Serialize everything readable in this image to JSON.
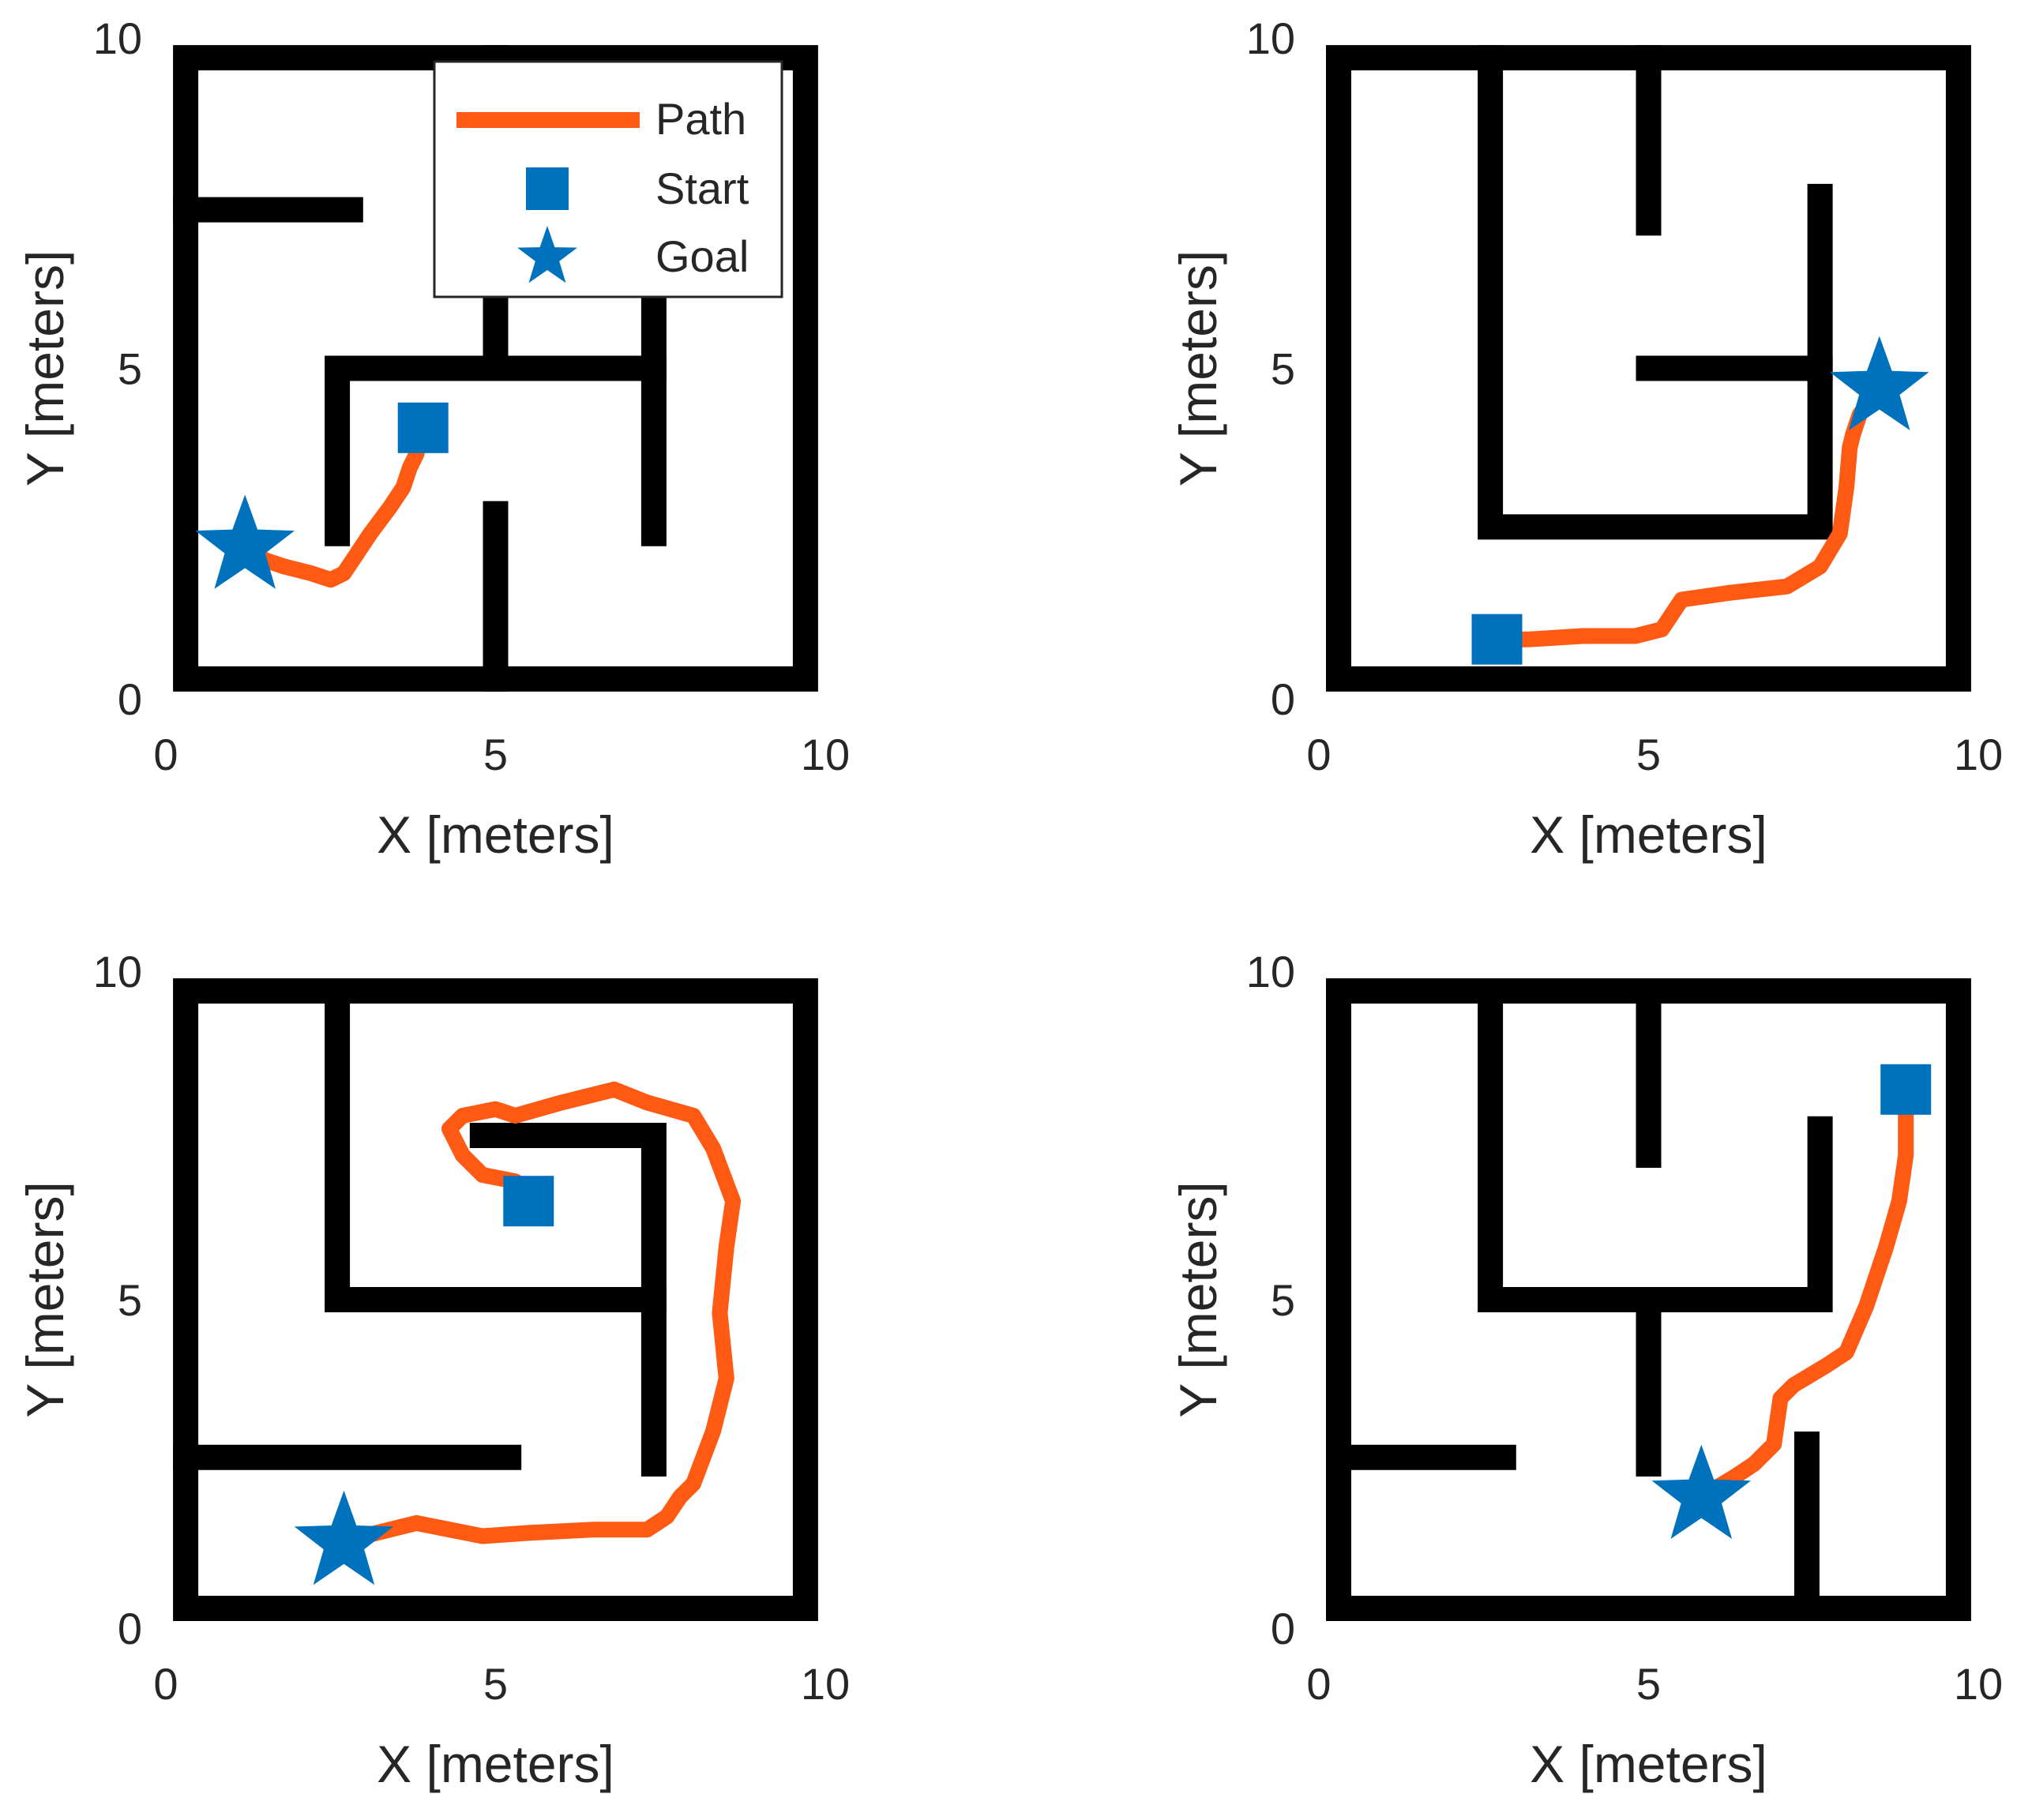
{
  "colors": {
    "wall": "#000000",
    "path": "#FF5A14",
    "marker": "#0072BD",
    "text": "#262626",
    "legend_border": "#262626"
  },
  "icons": {
    "start": "square-marker-icon",
    "goal": "star-marker-icon"
  },
  "legend": {
    "placement": "top-right of first subplot",
    "items": [
      {
        "key": "path",
        "label": "Path"
      },
      {
        "key": "start",
        "label": "Start"
      },
      {
        "key": "goal",
        "label": "Goal"
      }
    ]
  },
  "chart_data": [
    {
      "type": "line",
      "title": "",
      "xlabel": "X [meters]",
      "ylabel": "Y [meters]",
      "xlim": [
        0,
        10
      ],
      "ylim": [
        0,
        10
      ],
      "xticks": [
        "0",
        "5",
        "10"
      ],
      "yticks": [
        "0",
        "5",
        "10"
      ],
      "grid": false,
      "legend": true,
      "walls": [
        [
          [
            0.3,
            0.3
          ],
          [
            9.7,
            0.3
          ],
          [
            9.7,
            9.7
          ],
          [
            0.3,
            9.7
          ],
          [
            0.3,
            0.3
          ]
        ],
        [
          [
            0.3,
            7.4
          ],
          [
            2.8,
            7.4
          ]
        ],
        [
          [
            5.0,
            9.7
          ],
          [
            5.0,
            5.3
          ]
        ],
        [
          [
            2.6,
            2.5
          ],
          [
            2.6,
            5.0
          ],
          [
            7.4,
            5.0
          ]
        ],
        [
          [
            7.4,
            7.0
          ],
          [
            7.4,
            2.5
          ]
        ],
        [
          [
            5.0,
            0.3
          ],
          [
            5.0,
            2.8
          ]
        ]
      ],
      "path": {
        "x": [
          3.9,
          3.8,
          3.7,
          3.6,
          3.4,
          3.1,
          2.7,
          2.5,
          2.2,
          1.8,
          1.5,
          1.2
        ],
        "y": [
          4.1,
          3.7,
          3.5,
          3.2,
          2.9,
          2.5,
          1.9,
          1.8,
          1.9,
          2.0,
          2.1,
          2.3
        ]
      },
      "start": {
        "x": 3.9,
        "y": 4.1
      },
      "goal": {
        "x": 1.2,
        "y": 2.3
      }
    },
    {
      "type": "line",
      "title": "",
      "xlabel": "X [meters]",
      "ylabel": "Y [meters]",
      "xlim": [
        0,
        10
      ],
      "ylim": [
        0,
        10
      ],
      "xticks": [
        "0",
        "5",
        "10"
      ],
      "yticks": [
        "0",
        "5",
        "10"
      ],
      "grid": false,
      "legend": false,
      "walls": [
        [
          [
            0.3,
            0.3
          ],
          [
            9.7,
            0.3
          ],
          [
            9.7,
            9.7
          ],
          [
            0.3,
            9.7
          ],
          [
            0.3,
            0.3
          ]
        ],
        [
          [
            2.6,
            9.7
          ],
          [
            2.6,
            2.6
          ],
          [
            7.6,
            2.6
          ],
          [
            7.6,
            7.6
          ]
        ],
        [
          [
            5.0,
            9.7
          ],
          [
            5.0,
            7.2
          ]
        ],
        [
          [
            5.0,
            5.0
          ],
          [
            7.6,
            5.0
          ]
        ]
      ],
      "path": {
        "x": [
          2.7,
          3.2,
          4.0,
          4.8,
          5.2,
          5.5,
          6.2,
          7.1,
          7.6,
          7.9,
          8.0,
          8.05,
          8.1,
          8.2,
          8.5
        ],
        "y": [
          0.9,
          0.9,
          0.95,
          0.95,
          1.05,
          1.5,
          1.6,
          1.7,
          2.0,
          2.5,
          3.2,
          3.8,
          4.0,
          4.3,
          4.7
        ]
      },
      "start": {
        "x": 2.7,
        "y": 0.9
      },
      "goal": {
        "x": 8.5,
        "y": 4.7
      }
    },
    {
      "type": "line",
      "title": "",
      "xlabel": "X [meters]",
      "ylabel": "Y [meters]",
      "xlim": [
        0,
        10
      ],
      "ylim": [
        0,
        10
      ],
      "xticks": [
        "0",
        "5",
        "10"
      ],
      "yticks": [
        "0",
        "5",
        "10"
      ],
      "grid": false,
      "legend": false,
      "walls": [
        [
          [
            0.3,
            0.3
          ],
          [
            9.7,
            0.3
          ],
          [
            9.7,
            9.7
          ],
          [
            0.3,
            9.7
          ],
          [
            0.3,
            0.3
          ]
        ],
        [
          [
            2.6,
            9.7
          ],
          [
            2.6,
            5.0
          ],
          [
            7.4,
            5.0
          ]
        ],
        [
          [
            4.8,
            7.5
          ],
          [
            7.4,
            7.5
          ],
          [
            7.4,
            2.5
          ]
        ],
        [
          [
            0.3,
            2.6
          ],
          [
            5.2,
            2.6
          ]
        ]
      ],
      "path": {
        "x": [
          5.5,
          5.3,
          4.8,
          4.5,
          4.3,
          4.5,
          5.0,
          5.3,
          6.0,
          6.8,
          7.3,
          8.0,
          8.3,
          8.6,
          8.5,
          8.4,
          8.5,
          8.3,
          8.0,
          7.8,
          7.6,
          7.3,
          7.0,
          6.5,
          5.5,
          4.8,
          4.3,
          3.8,
          3.0,
          2.7
        ],
        "y": [
          6.5,
          6.8,
          6.9,
          7.2,
          7.6,
          7.8,
          7.9,
          7.8,
          8.0,
          8.2,
          8.0,
          7.8,
          7.3,
          6.5,
          5.8,
          4.8,
          3.8,
          3.0,
          2.2,
          2.0,
          1.7,
          1.5,
          1.5,
          1.5,
          1.45,
          1.4,
          1.5,
          1.6,
          1.4,
          1.3
        ]
      },
      "start": {
        "x": 5.5,
        "y": 6.5
      },
      "goal": {
        "x": 2.7,
        "y": 1.3
      }
    },
    {
      "type": "line",
      "title": "",
      "xlabel": "X [meters]",
      "ylabel": "Y [meters]",
      "xlim": [
        0,
        10
      ],
      "ylim": [
        0,
        10
      ],
      "xticks": [
        "0",
        "5",
        "10"
      ],
      "yticks": [
        "0",
        "5",
        "10"
      ],
      "grid": false,
      "legend": false,
      "walls": [
        [
          [
            0.3,
            0.3
          ],
          [
            9.7,
            0.3
          ],
          [
            9.7,
            9.7
          ],
          [
            0.3,
            9.7
          ],
          [
            0.3,
            0.3
          ]
        ],
        [
          [
            2.6,
            9.7
          ],
          [
            2.6,
            5.0
          ],
          [
            7.6,
            5.0
          ],
          [
            7.6,
            7.6
          ]
        ],
        [
          [
            5.0,
            9.7
          ],
          [
            5.0,
            7.2
          ]
        ],
        [
          [
            5.0,
            5.0
          ],
          [
            5.0,
            2.5
          ]
        ],
        [
          [
            0.3,
            2.6
          ],
          [
            2.8,
            2.6
          ]
        ],
        [
          [
            7.4,
            0.3
          ],
          [
            7.4,
            2.8
          ]
        ]
      ],
      "path": {
        "x": [
          8.9,
          8.9,
          8.8,
          8.6,
          8.3,
          8.0,
          7.7,
          7.2,
          7.0,
          6.9,
          6.6,
          6.3,
          5.8
        ],
        "y": [
          8.2,
          7.2,
          6.5,
          5.8,
          4.9,
          4.2,
          4.0,
          3.7,
          3.5,
          2.8,
          2.5,
          2.3,
          2.0
        ]
      },
      "start": {
        "x": 8.9,
        "y": 8.2
      },
      "goal": {
        "x": 5.8,
        "y": 2.0
      }
    }
  ]
}
